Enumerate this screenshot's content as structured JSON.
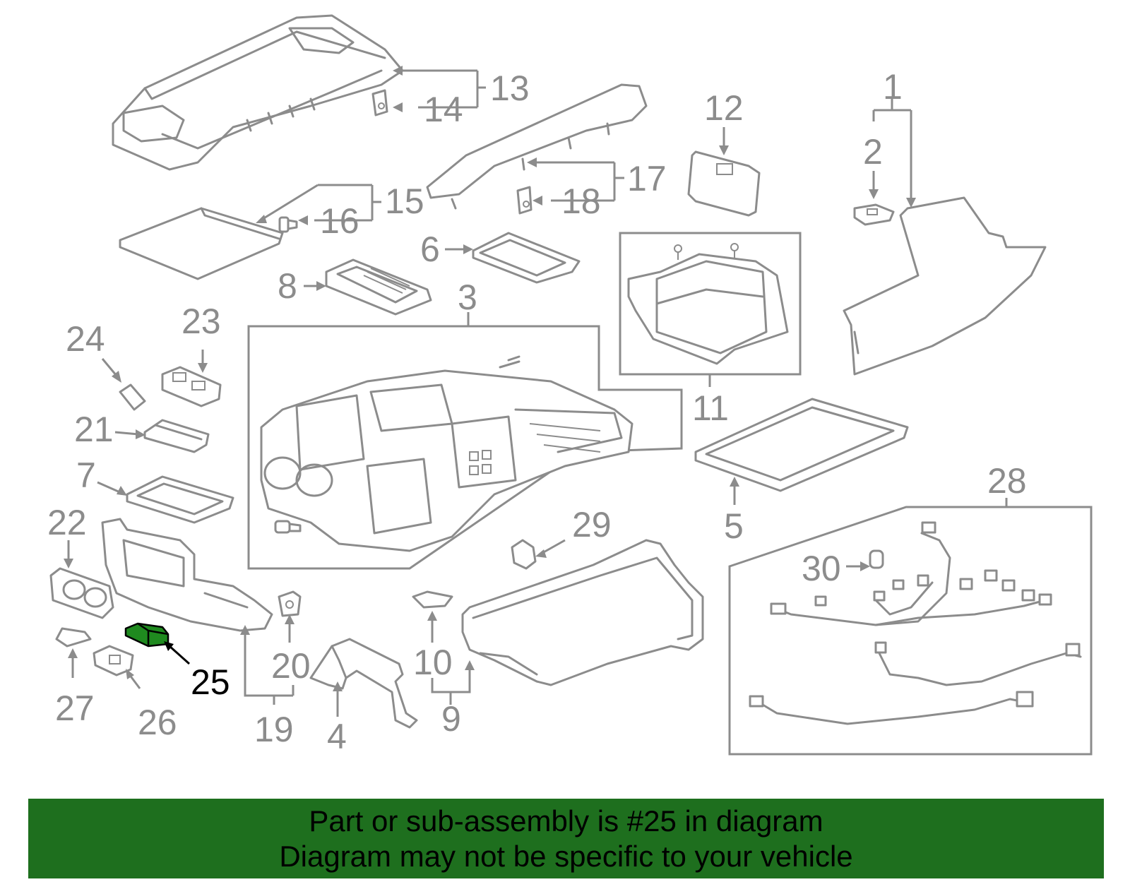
{
  "colors": {
    "line": "#8c8c8c",
    "highlight_fill": "#1f8a1f",
    "banner_bg": "#1e6f1e",
    "banner_text": "#000000"
  },
  "callouts": {
    "c1": "1",
    "c2": "2",
    "c3": "3",
    "c4": "4",
    "c5": "5",
    "c6": "6",
    "c7": "7",
    "c8": "8",
    "c9": "9",
    "c10": "10",
    "c11": "11",
    "c12": "12",
    "c13": "13",
    "c14": "14",
    "c15": "15",
    "c16": "16",
    "c17": "17",
    "c18": "18",
    "c19": "19",
    "c20": "20",
    "c21": "21",
    "c22": "22",
    "c23": "23",
    "c24": "24",
    "c25": "25",
    "c26": "26",
    "c27": "27",
    "c28": "28",
    "c29": "29",
    "c30": "30"
  },
  "highlighted_part": "25",
  "banner": {
    "line1": "Part or sub-assembly is #25 in diagram",
    "line2": "Diagram may not be specific to your vehicle"
  }
}
